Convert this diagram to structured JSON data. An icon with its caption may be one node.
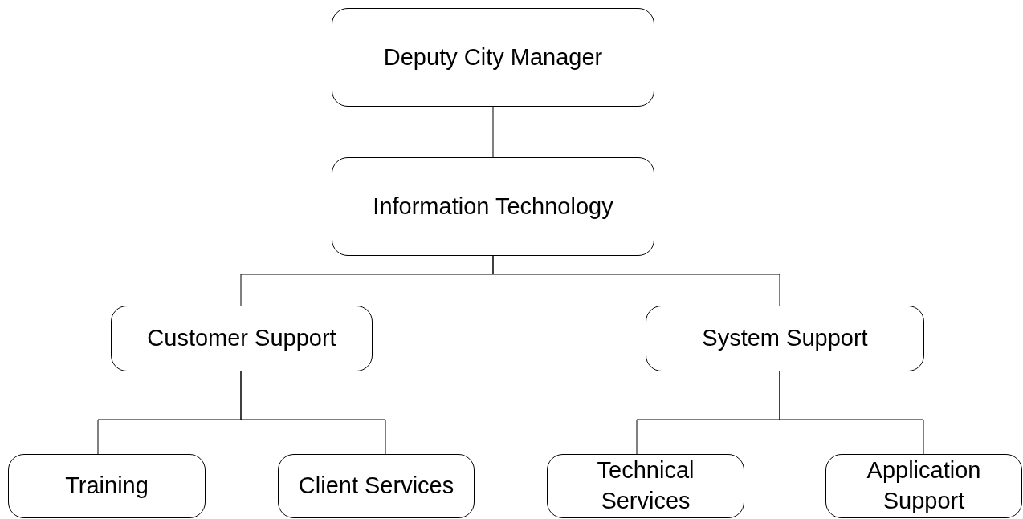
{
  "diagram": {
    "nodes": [
      {
        "text": [
          "Deputy City Manager"
        ]
      },
      {
        "text": [
          "Information Technology"
        ]
      },
      {
        "text": [
          "Customer Support"
        ]
      },
      {
        "text": [
          "System Support"
        ]
      },
      {
        "text": [
          "Training"
        ]
      },
      {
        "text": [
          "Client Services"
        ]
      },
      {
        "text": [
          "Technical Services"
        ]
      },
      {
        "text": [
          "Application Support"
        ]
      }
    ],
    "edges": [
      {
        "from": 0,
        "to": 1,
        "arrow": "none"
      },
      {
        "from": 1,
        "to": 2,
        "arrow": "none"
      },
      {
        "from": 1,
        "to": 3,
        "arrow": "none"
      },
      {
        "from": 2,
        "to": 4,
        "arrow": "none"
      },
      {
        "from": 2,
        "to": 5,
        "arrow": "none"
      },
      {
        "from": 3,
        "to": 6,
        "arrow": "none"
      },
      {
        "from": 3,
        "to": 7,
        "arrow": "none"
      }
    ]
  }
}
